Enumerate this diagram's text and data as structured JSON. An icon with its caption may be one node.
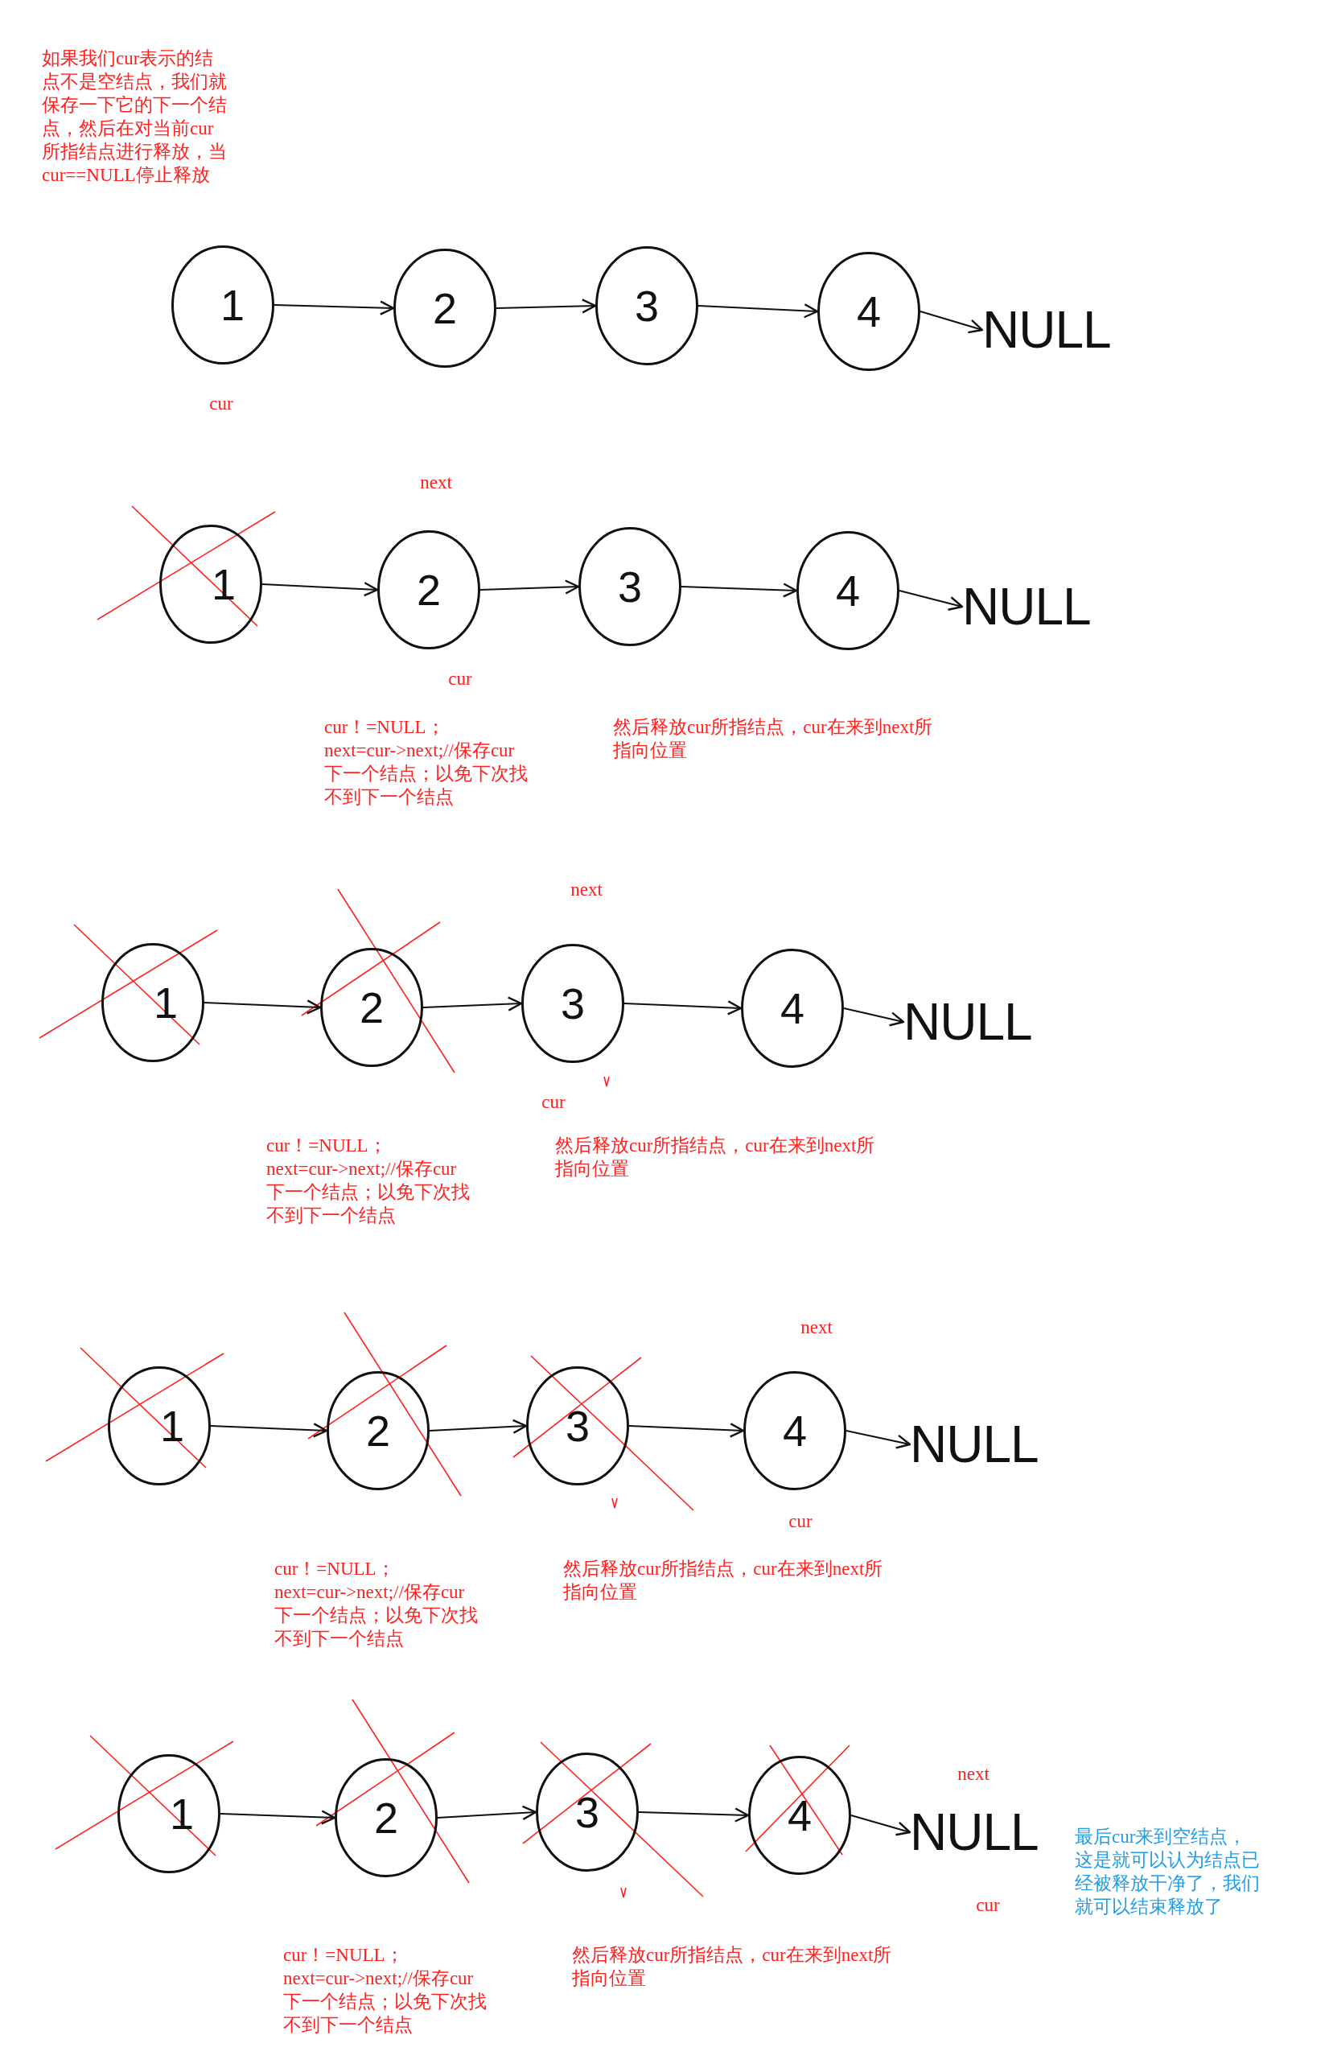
{
  "diagram": {
    "nodes": [
      {
        "text": [
          "1"
        ],
        "beside": [
          "cur"
        ]
      },
      {
        "text": [
          "2"
        ]
      },
      {
        "text": [
          "3"
        ]
      },
      {
        "text": [
          "4"
        ]
      },
      {
        "text": [
          "NULL"
        ]
      },
      {
        "text": [
          "1"
        ]
      },
      {
        "text": [
          "2"
        ],
        "beside": [
          "next",
          "cur"
        ]
      },
      {
        "text": [
          "3"
        ]
      },
      {
        "text": [
          "4"
        ]
      },
      {
        "text": [
          "NULL"
        ]
      },
      {
        "text": [
          "1"
        ]
      },
      {
        "text": [
          "2"
        ]
      },
      {
        "text": [
          "3"
        ],
        "beside": [
          "next",
          "cur"
        ]
      },
      {
        "text": [
          "4"
        ]
      },
      {
        "text": [
          "NULL"
        ]
      },
      {
        "text": [
          "1"
        ]
      },
      {
        "text": [
          "2"
        ]
      },
      {
        "text": [
          "3"
        ]
      },
      {
        "text": [
          "4"
        ],
        "beside": [
          "next",
          "cur"
        ]
      },
      {
        "text": [
          "NULL"
        ]
      },
      {
        "text": [
          "1"
        ]
      },
      {
        "text": [
          "2"
        ]
      },
      {
        "text": [
          "3"
        ]
      },
      {
        "text": [
          "4"
        ]
      },
      {
        "text": [
          "NULL"
        ],
        "beside": [
          "next",
          "cur"
        ]
      }
    ],
    "edges": [
      {
        "from": 0,
        "to": 1,
        "arrow": "to"
      },
      {
        "from": 1,
        "to": 2,
        "arrow": "to"
      },
      {
        "from": 2,
        "to": 3,
        "arrow": "to"
      },
      {
        "from": 3,
        "to": 4,
        "arrow": "to"
      },
      {
        "from": 5,
        "to": 6,
        "arrow": "to"
      },
      {
        "from": 6,
        "to": 7,
        "arrow": "to"
      },
      {
        "from": 7,
        "to": 8,
        "arrow": "to"
      },
      {
        "from": 8,
        "to": 9,
        "arrow": "to"
      },
      {
        "from": 10,
        "to": 11,
        "arrow": "to"
      },
      {
        "from": 11,
        "to": 12,
        "arrow": "to"
      },
      {
        "from": 12,
        "to": 13,
        "arrow": "to"
      },
      {
        "from": 13,
        "to": 14,
        "arrow": "to"
      },
      {
        "from": 15,
        "to": 16,
        "arrow": "to"
      },
      {
        "from": 16,
        "to": 17,
        "arrow": "to"
      },
      {
        "from": 17,
        "to": 18,
        "arrow": "to"
      },
      {
        "from": 18,
        "to": 19,
        "arrow": "to"
      },
      {
        "from": 20,
        "to": 21,
        "arrow": "to"
      },
      {
        "from": 21,
        "to": 22,
        "arrow": "to"
      },
      {
        "from": 22,
        "to": 23,
        "arrow": "to"
      },
      {
        "from": 23,
        "to": 24,
        "arrow": "to"
      }
    ],
    "labels": [
      "如果我们cur表示的结点不是空结点，我们就保存一下它的下一个结点，然后在对当前cur所指结点进行释放，当cur==NULL停止释放",
      "cur！=NULL；",
      "next=cur->next;//保存cur下一个结点；以免下次找不到下一个结点",
      "然后释放cur所指结点，cur在来到next所指向位置",
      "cur！=NULL；",
      "next=cur->next;//保存cur下一个结点；以免下次找不到下一个结点",
      "然后释放cur所指结点，cur在来到next所指向位置",
      "cur！=NULL；",
      "next=cur->next;//保存cur下一个结点；以免下次找不到下一个结点",
      "然后释放cur所指结点，cur在来到next所指向位置",
      "最后cur来到空结点，这是就可以认为结点已经被释放干净了，我们就可以结束释放了",
      "cur！=NULL；",
      "next=cur->next;//保存cur下一个结点；以免下次找不到下一个结点",
      "然后释放cur所指结点，cur在来到next所指向位置"
    ]
  }
}
